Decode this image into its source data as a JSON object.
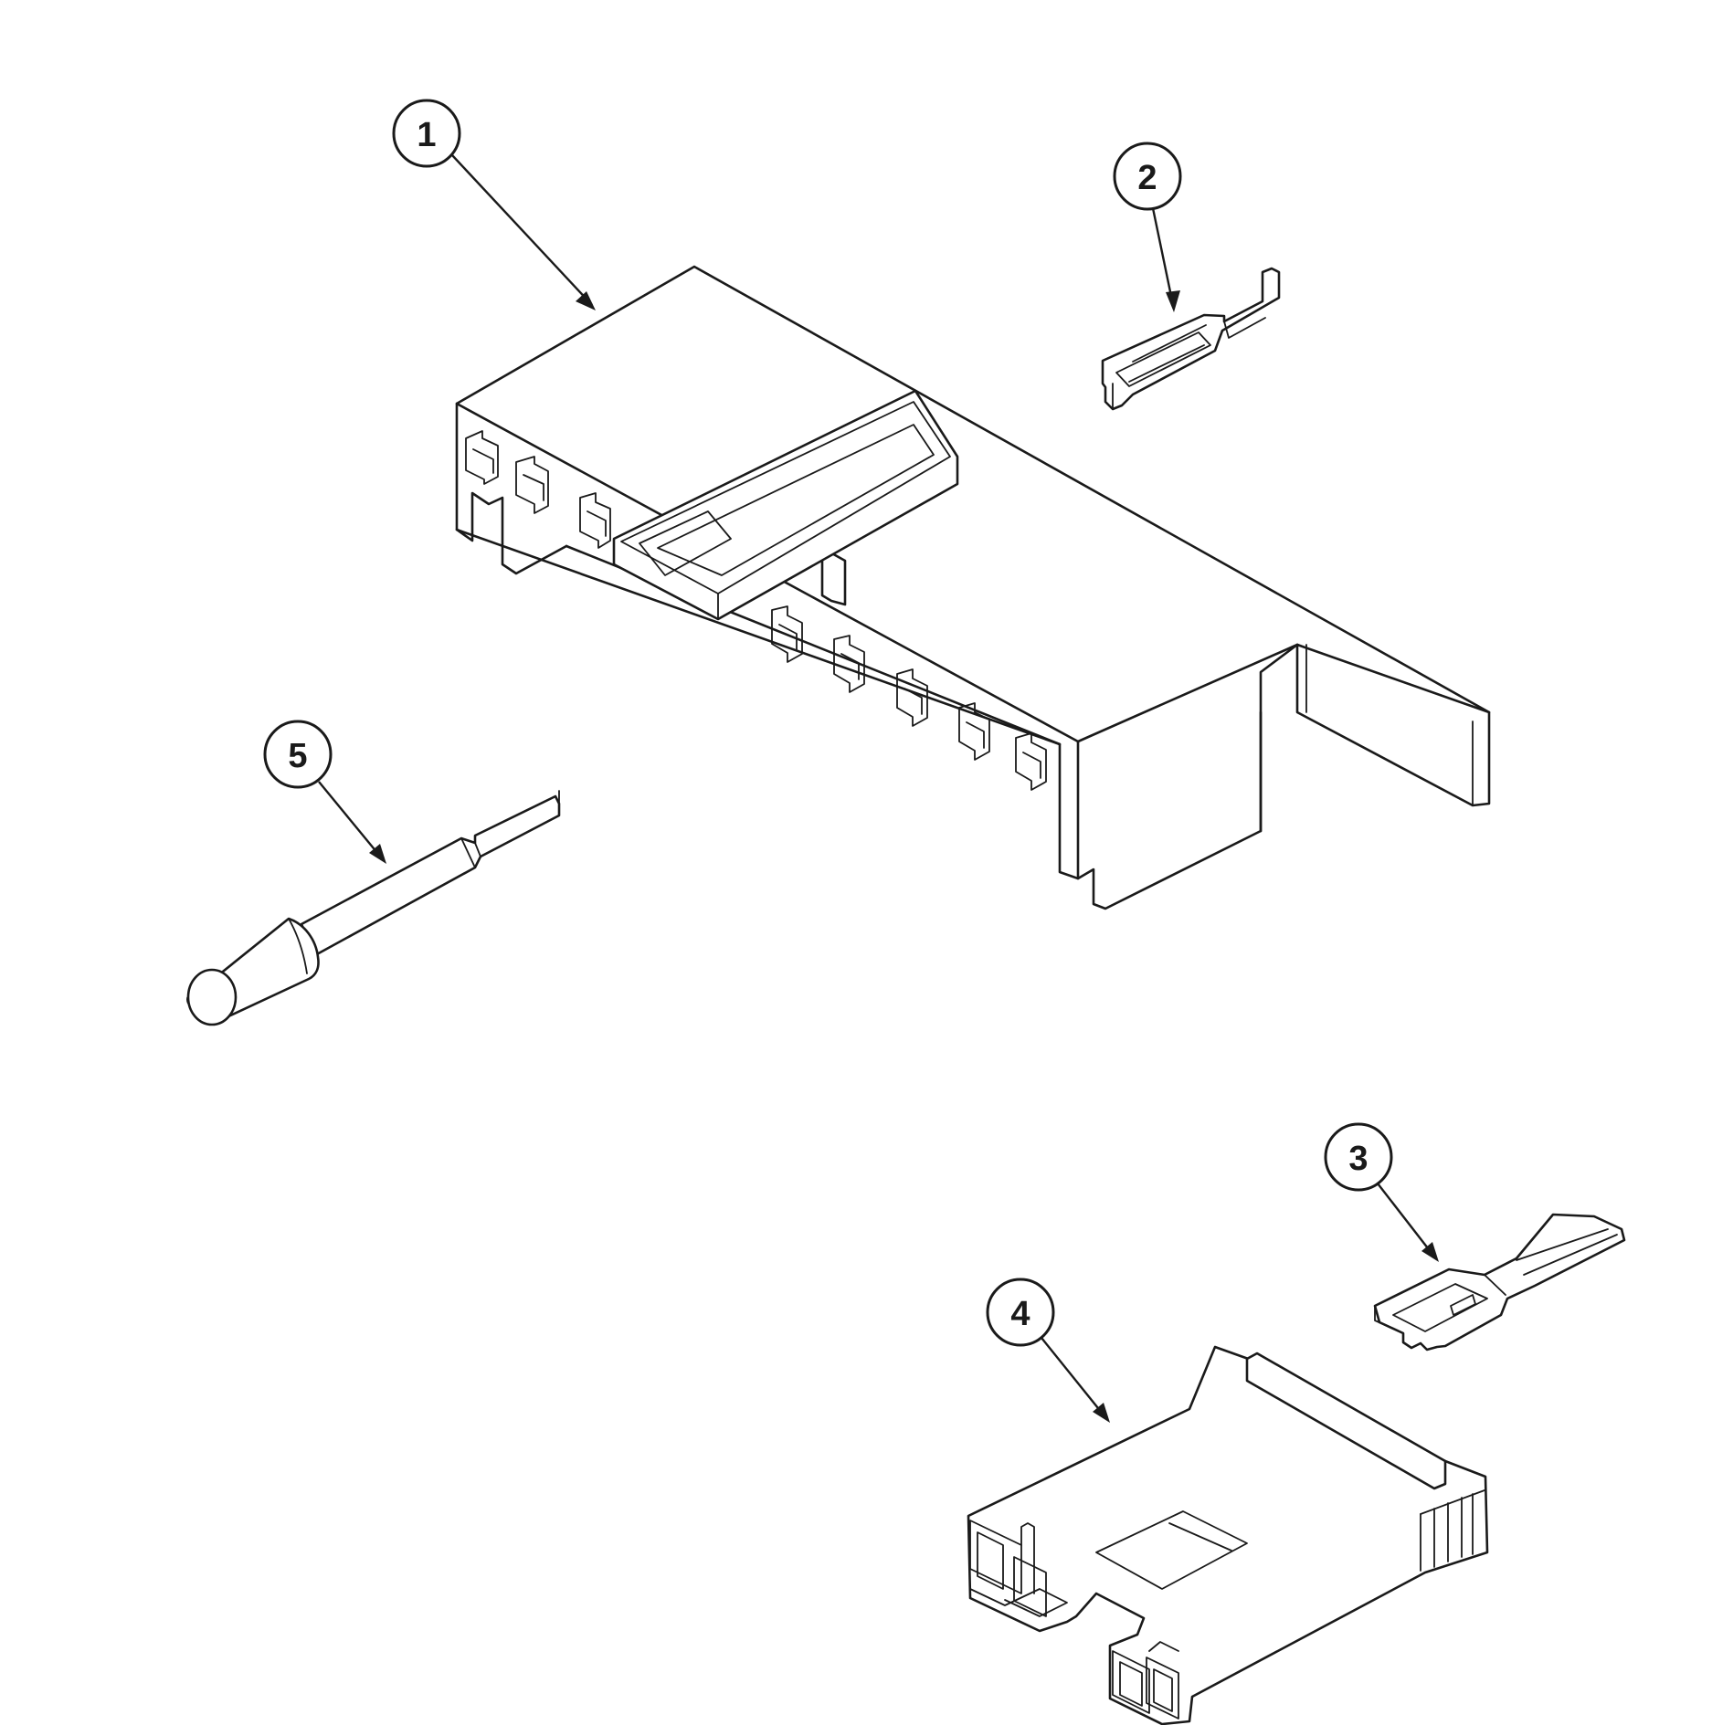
{
  "diagram": {
    "callouts": [
      {
        "id": "1",
        "label": "1"
      },
      {
        "id": "2",
        "label": "2"
      },
      {
        "id": "3",
        "label": "3"
      },
      {
        "id": "4",
        "label": "4"
      },
      {
        "id": "5",
        "label": "5"
      }
    ],
    "parts": [
      {
        "callout": "1",
        "icon": "connector-block-housing-icon"
      },
      {
        "callout": "2",
        "icon": "terminal-clip-small-icon"
      },
      {
        "callout": "3",
        "icon": "terminal-clip-large-icon"
      },
      {
        "callout": "4",
        "icon": "connector-plug-icon"
      },
      {
        "callout": "5",
        "icon": "extraction-tool-icon"
      }
    ],
    "colors": {
      "ink": "#1a1a1a",
      "paper": "#ffffff"
    }
  }
}
